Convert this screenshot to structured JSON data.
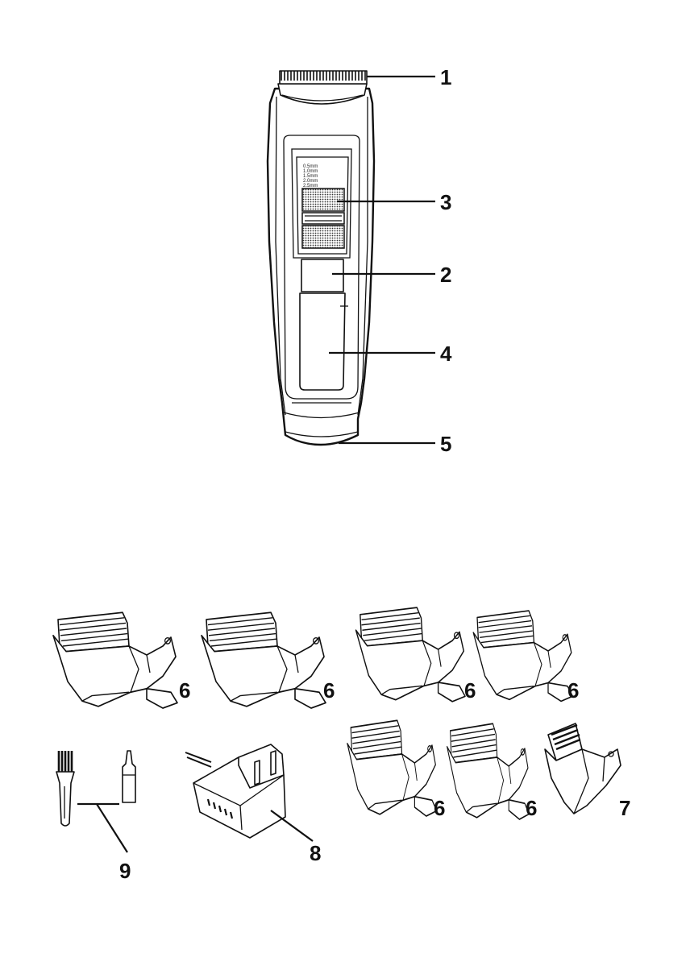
{
  "clipper": {
    "scale_marks": [
      "0.5mm",
      "1.0mm",
      "1.5mm",
      "2.0mm",
      "2.5mm"
    ]
  },
  "labels": {
    "blade": "1",
    "switch": "2",
    "adjuster": "3",
    "handle": "4",
    "base": "5",
    "comb_attachment": "6",
    "small_comb": "7",
    "adapter": "8",
    "cleaning_kit": "9"
  }
}
